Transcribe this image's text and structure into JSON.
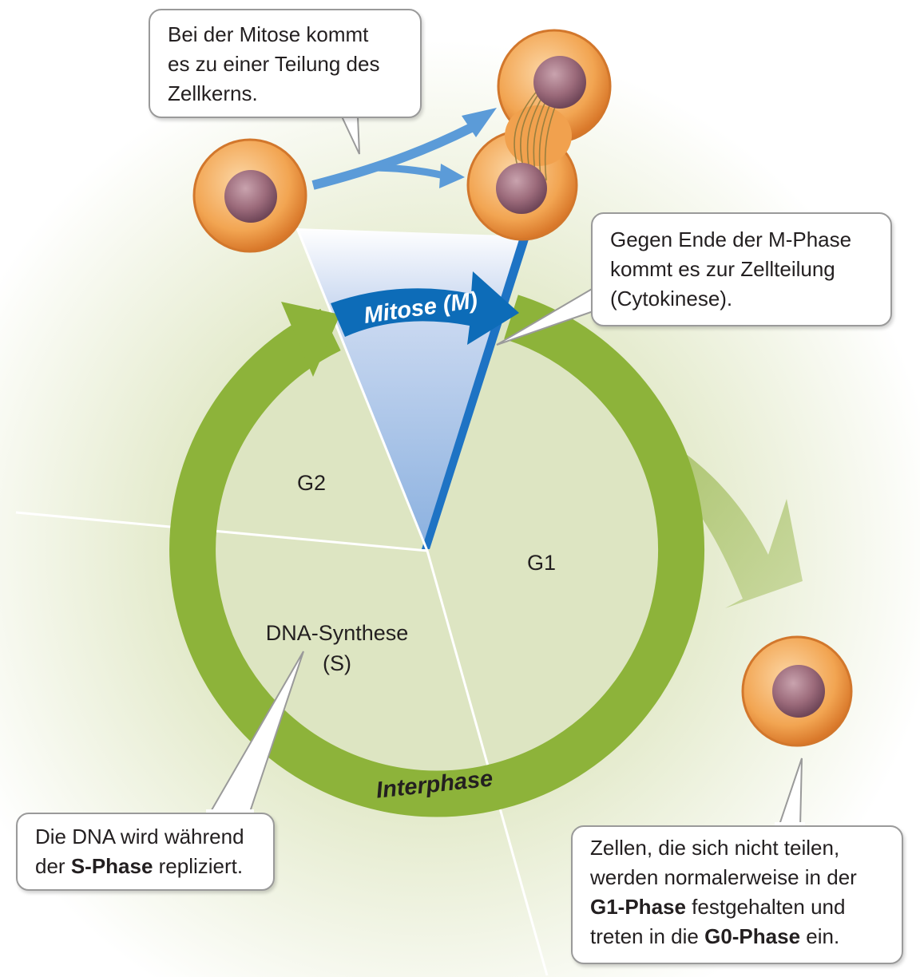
{
  "diagram": {
    "phases": {
      "g2": "G2",
      "g1": "G1",
      "s_line1": "DNA-Synthese",
      "s_line2": "(S)"
    },
    "mitosis_label": "Mitose (M)",
    "interphase_label": "Interphase"
  },
  "callouts": {
    "mitosis": {
      "line1": "Bei der Mitose kommt",
      "line2": "es zu einer Teilung des",
      "line3": "Zellkerns."
    },
    "cytokinesis": {
      "line1": "Gegen Ende der M-Phase",
      "line2": "kommt es zur Zellteilung",
      "line3": "(Cytokinese)."
    },
    "s_phase": {
      "line1": "Die DNA wird während",
      "line2_pre": "der ",
      "line2_bold": "S-Phase",
      "line2_post": " repliziert."
    },
    "g0": {
      "line1": "Zellen, die sich nicht teilen,",
      "line2": "werden normalerweise in der",
      "line3_bold": "G1-Phase",
      "line3_post": " festgehalten und",
      "line4_pre": "treten in die ",
      "line4_bold": "G0-Phase",
      "line4_post": " ein."
    }
  },
  "colors": {
    "cycle_green": "#8db33a",
    "cycle_fill": "#dde5c2",
    "mitosis_blue": "#0d6cb8",
    "wedge_blue": "#93b5e1",
    "arrow_blue": "#5b9bd8",
    "cell_orange": "#f0a04b",
    "nucleus": "#a07080",
    "callout_border": "#9a9a9a"
  },
  "icons": {
    "cell": "cell-icon",
    "dividing_cell": "dividing-cell-icon",
    "resting_cell": "resting-cell-icon"
  }
}
